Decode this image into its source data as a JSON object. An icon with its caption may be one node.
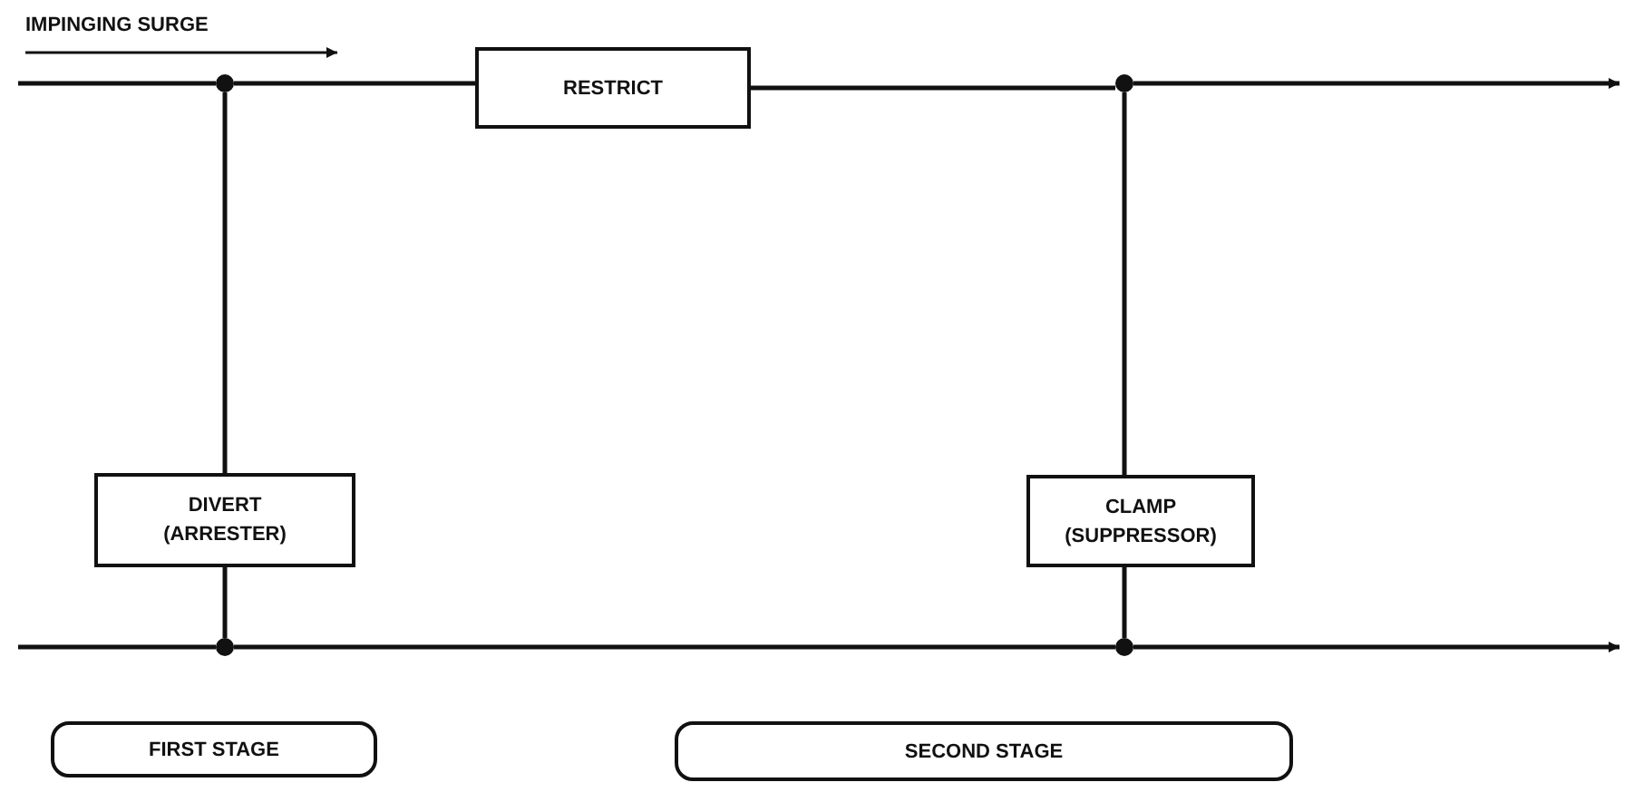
{
  "diagram": {
    "nodes": [
      {
        "text": [],
        "shape": "circle"
      },
      {
        "text": [
          "RESTRICT"
        ]
      },
      {
        "text": [],
        "shape": "circle"
      },
      {
        "text": [
          "DIVERT (ARRESTER)"
        ]
      },
      {
        "text": [
          "CLAMP (SUPPRESSOR)"
        ]
      },
      {
        "text": [],
        "shape": "circle"
      },
      {
        "text": [],
        "shape": "circle"
      },
      {
        "text": [
          "FIRST STAGE"
        ]
      },
      {
        "text": [
          "SECOND STAGE"
        ]
      }
    ],
    "edges": [
      {
        "from": null,
        "to": 0,
        "arrow": "none"
      },
      {
        "from": 0,
        "to": 1,
        "arrow": "none"
      },
      {
        "from": 1,
        "to": 2,
        "arrow": "none"
      },
      {
        "from": 2,
        "to": null,
        "arrow": "to"
      },
      {
        "from": 0,
        "to": 3,
        "arrow": "none"
      },
      {
        "from": 3,
        "to": 5,
        "arrow": "none"
      },
      {
        "from": 2,
        "to": 4,
        "arrow": "none"
      },
      {
        "from": 4,
        "to": 6,
        "arrow": "none"
      },
      {
        "from": null,
        "to": 5,
        "arrow": "none"
      },
      {
        "from": 5,
        "to": 6,
        "arrow": "none"
      },
      {
        "from": 6,
        "to": null,
        "arrow": "to"
      }
    ],
    "labels": [
      "IMPINGING SURGE"
    ]
  }
}
